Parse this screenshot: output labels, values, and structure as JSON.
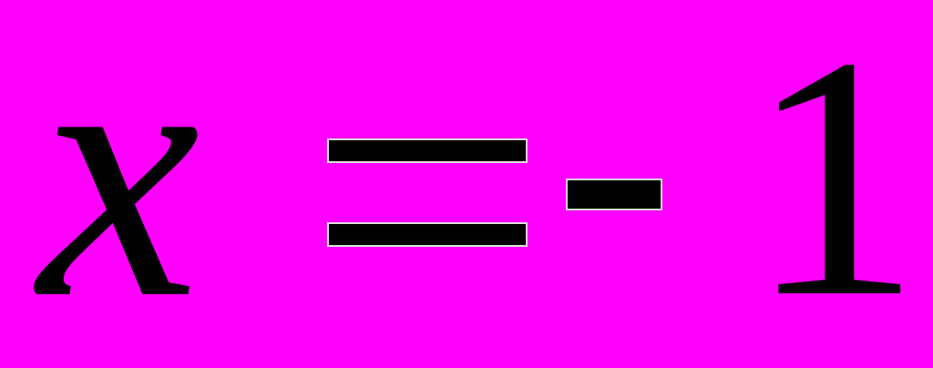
{
  "page": {
    "background_color": "#FF00FF",
    "ink_color": "#000000",
    "fringe_color": "#FFFFFF"
  },
  "equation": {
    "full_text": "x = - 1",
    "variable": "x",
    "equals_sign": "=",
    "minus_sign": "-",
    "value": "1"
  }
}
